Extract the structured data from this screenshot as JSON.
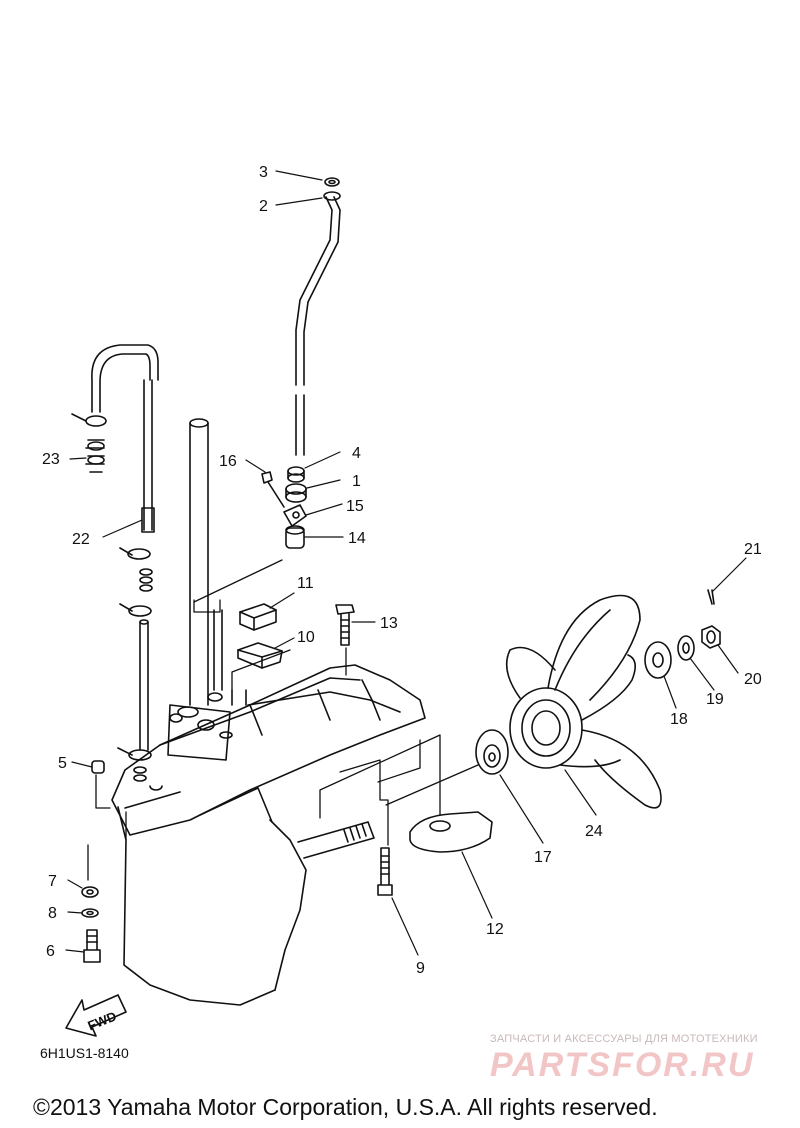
{
  "callouts": [
    {
      "num": "1"
    },
    {
      "num": "2"
    },
    {
      "num": "3"
    },
    {
      "num": "4"
    },
    {
      "num": "5"
    },
    {
      "num": "6"
    },
    {
      "num": "7"
    },
    {
      "num": "8"
    },
    {
      "num": "9"
    },
    {
      "num": "10"
    },
    {
      "num": "11"
    },
    {
      "num": "12"
    },
    {
      "num": "13"
    },
    {
      "num": "14"
    },
    {
      "num": "15"
    },
    {
      "num": "16"
    },
    {
      "num": "17"
    },
    {
      "num": "18"
    },
    {
      "num": "19"
    },
    {
      "num": "20"
    },
    {
      "num": "21"
    },
    {
      "num": "22"
    },
    {
      "num": "23"
    },
    {
      "num": "24"
    }
  ],
  "fwd_label": "FWD",
  "diagram_code": "6H1US1-8140",
  "watermark": {
    "tagline": "ЗАПЧАСТИ И АКСЕССУАРЫ ДЛЯ МОТОТЕХНИКИ",
    "brand": "PARTSFOR.RU"
  },
  "copyright": "©2013 Yamaha Motor Corporation, U.S.A. All rights reserved."
}
